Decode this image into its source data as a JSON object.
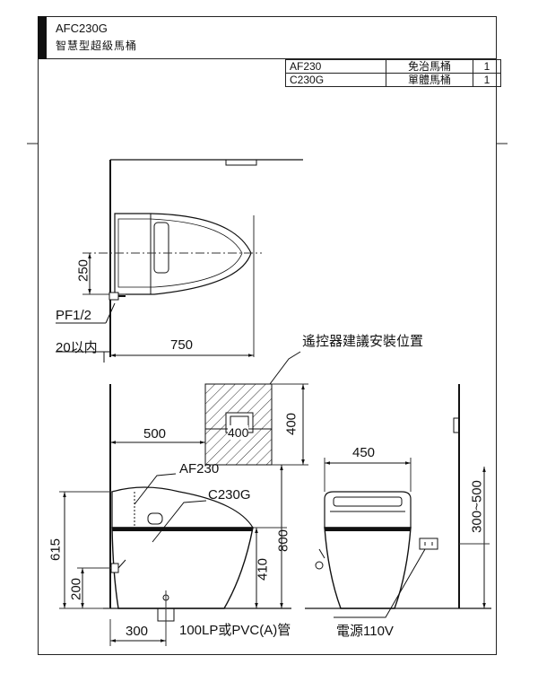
{
  "title": {
    "model": "AFC230G",
    "name": "智慧型超級馬桶"
  },
  "parts": [
    {
      "code": "AF230",
      "desc": "免治馬桶",
      "qty": "1"
    },
    {
      "code": "C230G",
      "desc": "單體馬桶",
      "qty": "1"
    }
  ],
  "top_view": {
    "dim_250": "250",
    "pipe": "PF1/2",
    "within_20": "20以内",
    "dim_750": "750"
  },
  "remote_note": "遙控器建議安裝位置",
  "side_view": {
    "dim_500": "500",
    "box_w": "400",
    "box_h": "400",
    "af230": "AF230",
    "c230g": "C230G",
    "dim_615": "615",
    "dim_200": "200",
    "dim_800": "800",
    "dim_410": "410",
    "dim_300": "300",
    "drain": "100LP或PVC(A)管"
  },
  "front_view": {
    "dim_450": "450",
    "dim_300_500": "300~500",
    "power": "電源110V"
  }
}
